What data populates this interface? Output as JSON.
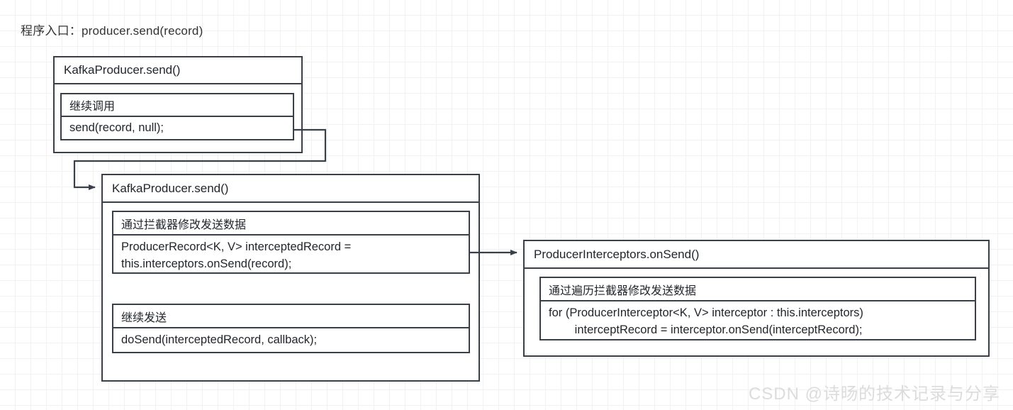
{
  "diagram": {
    "title": "程序入口：producer.send(record)",
    "watermark": "CSDN @诗旸的技术记录与分享",
    "border_color": "#39404a",
    "background_color": "#ffffff",
    "grid_color": "#e8e8e8",
    "text_color": "#22262b"
  },
  "panels": {
    "kafka_producer_send_entry": {
      "header": "KafkaProducer.send()",
      "inner": {
        "label": "继续调用",
        "code": "send(record, null);"
      }
    },
    "kafka_producer_send_main": {
      "header": "KafkaProducer.send()",
      "inner_intercept": {
        "label": "通过拦截器修改发送数据",
        "code": "ProducerRecord<K, V> interceptedRecord =\nthis.interceptors.onSend(record);"
      },
      "inner_dosend": {
        "label": "继续发送",
        "code": "doSend(interceptedRecord, callback);"
      }
    },
    "producer_interceptors_onsend": {
      "header": "ProducerInterceptors.onSend()",
      "inner": {
        "label": "通过遍历拦截器修改发送数据",
        "code": "for (ProducerInterceptor<K, V> interceptor : this.interceptors)\n        interceptRecord = interceptor.onSend(interceptRecord);"
      }
    }
  },
  "connectors": [
    {
      "name": "entry-to-main",
      "from": "send(record, null);",
      "to": "KafkaProducer.send()",
      "style": "orthogonal-arrow"
    },
    {
      "name": "intercept-to-interceptors",
      "from": "this.interceptors.onSend(record);",
      "to": "ProducerInterceptors.onSend()",
      "style": "straight-arrow"
    }
  ]
}
